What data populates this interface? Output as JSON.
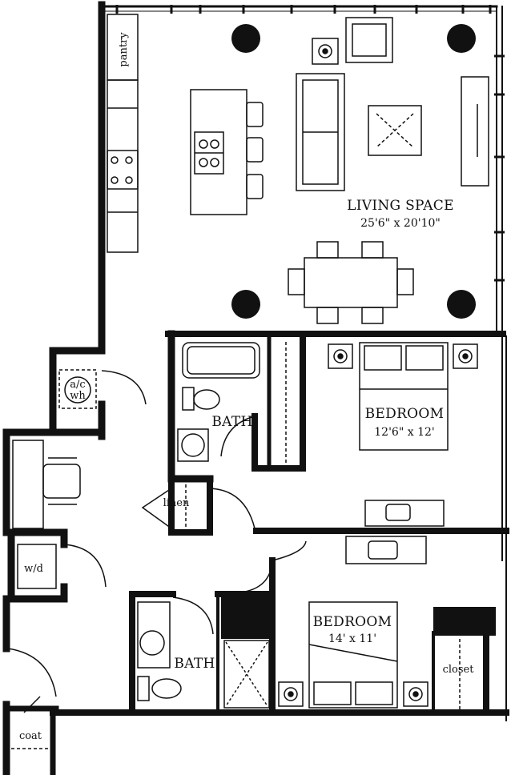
{
  "rooms": {
    "living": {
      "name": "LIVING SPACE",
      "dims": "25'6\" x 20'10\""
    },
    "bedroom1": {
      "name": "BEDROOM",
      "dims": "12'6\" x 12'"
    },
    "bedroom2": {
      "name": "BEDROOM",
      "dims": "14' x 11'"
    },
    "bath1": {
      "name": "BATH"
    },
    "bath2": {
      "name": "BATH"
    }
  },
  "closets": {
    "pantry": "pantry",
    "ac_wh_top": "a/c",
    "ac_wh_bottom": "wh",
    "linen": "linen",
    "washer_dryer": "w/d",
    "closet": "closet",
    "coat": "coat"
  }
}
